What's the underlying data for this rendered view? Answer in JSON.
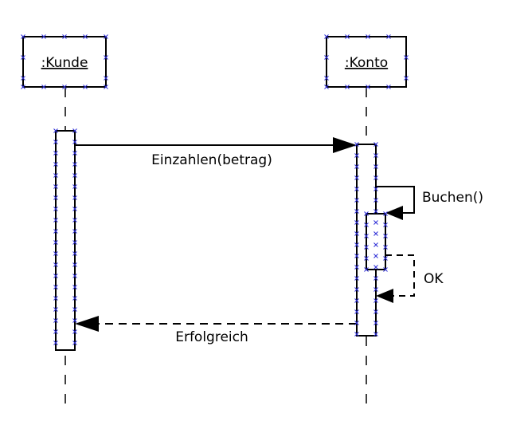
{
  "objects": {
    "kunde": ":Kunde",
    "konto": ":Konto"
  },
  "messages": {
    "einzahlen": "Einzahlen(betrag)",
    "buchen": "Buchen()",
    "ok": "OK",
    "erfolgreich": "Erfolgreich"
  },
  "colors": {
    "line": "#000000",
    "selection_handles": "#2b2bd6",
    "background": "#ffffff"
  }
}
